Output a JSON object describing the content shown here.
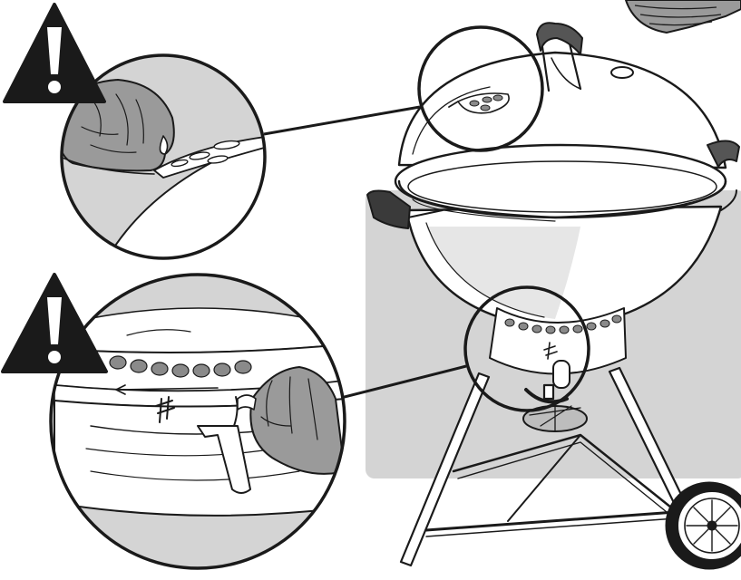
{
  "illustration": {
    "subject": "kettle-charcoal-grill",
    "colors": {
      "ink": "#1a1a1a",
      "panel": "#d4d4d4",
      "glove": "#9a9a9a",
      "glove_dark": "#7e7e7e",
      "lid_shadow": "#e6e6e6",
      "white": "#ffffff"
    },
    "icons": [
      "warning-triangle-icon",
      "warning-triangle-icon"
    ],
    "callouts": [
      {
        "id": "top-vent",
        "part": "lid-damper"
      },
      {
        "id": "bottom-vent",
        "part": "bowl-damper"
      }
    ]
  }
}
